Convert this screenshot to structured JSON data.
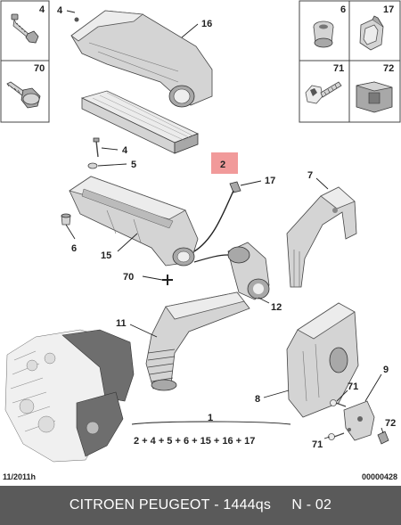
{
  "callouts": {
    "c4_top": "4",
    "c16": "16",
    "c2": "2",
    "c4_mid": "4",
    "c5": "5",
    "c17_mid": "17",
    "c7": "7",
    "c6_mid": "6",
    "c15": "15",
    "c70_mid": "70",
    "c12": "12",
    "c11": "11",
    "c8": "8",
    "c9": "9",
    "c71_a": "71",
    "c71_b": "71",
    "c72_mid": "72",
    "c1": "1"
  },
  "legend_boxes": {
    "left_top": "4",
    "left_bottom": "70",
    "right_top_a": "6",
    "right_top_b": "17",
    "right_bottom_a": "71",
    "right_bottom_b": "72"
  },
  "kit_formula": "2 + 4 + 5 + 6 + 15 + 16 + 17",
  "date_code": "11/2011h",
  "diagram_code": "00000428",
  "footer": {
    "brand": "CITROEN PEUGEOT",
    "separator": " - ",
    "part_number": "1444qs",
    "spacer": "     ",
    "diagram_ref": "N - 02"
  },
  "colors": {
    "highlight": "#f19a9a",
    "footer_bg": "#5a5a5a"
  }
}
